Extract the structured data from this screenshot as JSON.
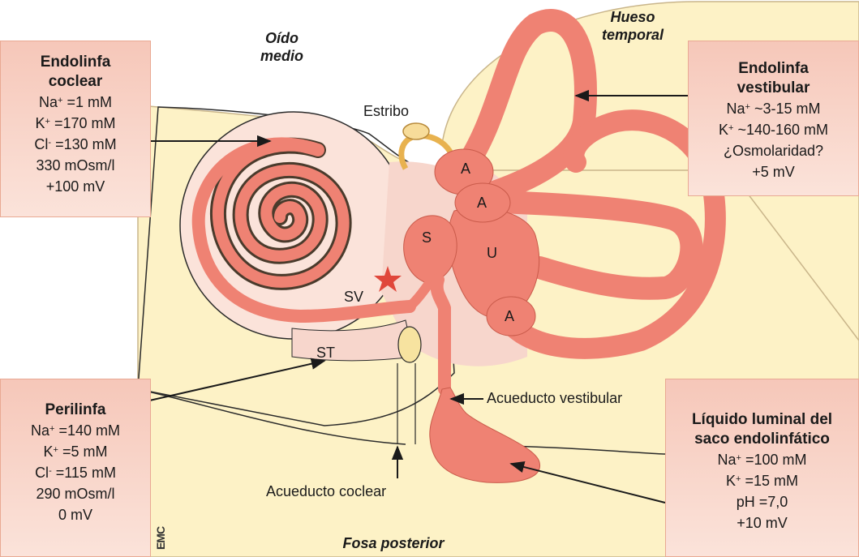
{
  "regions": {
    "middle_ear": [
      "Oído",
      "medio"
    ],
    "temporal_bone": [
      "Hueso",
      "temporal"
    ],
    "posterior_fossa": "Fosa posterior"
  },
  "structures": {
    "stapes": "Estribo",
    "vestibular_aqueduct": "Acueducto vestibular",
    "cochlear_aqueduct": "Acueducto coclear",
    "scala_vestibuli": "SV",
    "scala_tympani": "ST",
    "saccule": "S",
    "utricle": "U",
    "ampulla": "A"
  },
  "boxes": {
    "cochlear_endolymph": {
      "title": [
        "Endolinfa",
        "coclear"
      ],
      "lines": [
        {
          "pre": "Na",
          "sup": "+",
          "post": " =1 mM"
        },
        {
          "pre": "K",
          "sup": "+",
          "post": " =170 mM"
        },
        {
          "pre": "Cl",
          "sup": "-",
          "post": " =130 mM"
        },
        {
          "pre": "330 mOsm/l",
          "sup": "",
          "post": ""
        },
        {
          "pre": "+100 mV",
          "sup": "",
          "post": ""
        }
      ]
    },
    "vestibular_endolymph": {
      "title": [
        "Endolinfa",
        "vestibular"
      ],
      "lines": [
        {
          "pre": "Na",
          "sup": "+",
          "post": " ~3-15 mM"
        },
        {
          "pre": "K",
          "sup": "+",
          "post": " ~140-160 mM"
        },
        {
          "pre": "¿Osmolaridad?",
          "sup": "",
          "post": ""
        },
        {
          "pre": "+5 mV",
          "sup": "",
          "post": ""
        }
      ]
    },
    "perilymph": {
      "title": [
        "Perilinfa"
      ],
      "lines": [
        {
          "pre": "Na",
          "sup": "+",
          "post": " =140 mM"
        },
        {
          "pre": "K",
          "sup": "+",
          "post": " =5 mM"
        },
        {
          "pre": "Cl",
          "sup": "-",
          "post": " =115 mM"
        },
        {
          "pre": "290 mOsm/l",
          "sup": "",
          "post": ""
        },
        {
          "pre": "0 mV",
          "sup": "",
          "post": ""
        }
      ]
    },
    "endolymphatic_sac": {
      "title": [
        "Líquido luminal del",
        "saco endolinfático"
      ],
      "lines": [
        {
          "pre": "Na",
          "sup": "+",
          "post": " =100 mM"
        },
        {
          "pre": "K",
          "sup": "+",
          "post": " =15 mM"
        },
        {
          "pre": "pH =7,0",
          "sup": "",
          "post": ""
        },
        {
          "pre": "+10 mV",
          "sup": "",
          "post": ""
        }
      ]
    }
  },
  "watermark": "EMC",
  "colors": {
    "bone": "#fdf2c6",
    "bone_edge": "#c9b58a",
    "perilymph_fill": "#f7d6cc",
    "endolymph": "#ef8273",
    "endolymph_dark": "#e8705f",
    "box_top": "#f6c7b9",
    "box_bottom": "#fbe3da",
    "star": "#e0473b",
    "arrow": "#1a1a1a"
  }
}
